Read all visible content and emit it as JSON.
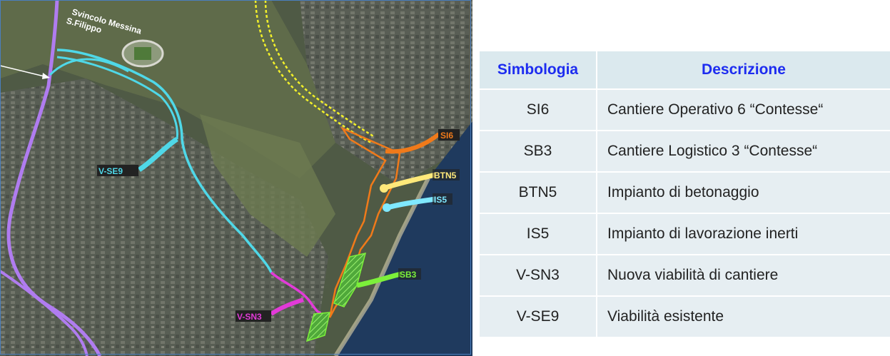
{
  "map": {
    "junction_label_line1": "Svincolo Messina",
    "junction_label_line2": "S.Filippo",
    "labels": {
      "si6": "SI6",
      "btn5": "BTN5",
      "is5": "IS5",
      "sb3": "SB3",
      "vsn3": "V-SN3",
      "vse9": "V-SE9"
    },
    "colors": {
      "si6": "#f07a1a",
      "btn5": "#ffe97a",
      "is5": "#7fe8ff",
      "sb3": "#7cf03a",
      "vsn3": "#e23ad8",
      "vse9": "#4fd8e8",
      "tunnel": "#f2f02a",
      "motorway": "#b07cf0"
    }
  },
  "legend": {
    "header": {
      "symbol": "Simbologia",
      "description": "Descrizione"
    },
    "rows": [
      {
        "symbol": "SI6",
        "description": "Cantiere Operativo 6 “Contesse“"
      },
      {
        "symbol": "SB3",
        "description": "Cantiere Logistico 3 “Contesse“"
      },
      {
        "symbol": "BTN5",
        "description": "Impianto di betonaggio"
      },
      {
        "symbol": "IS5",
        "description": "Impianto di lavorazione inerti"
      },
      {
        "symbol": "V-SN3",
        "description": "Nuova viabilità di cantiere"
      },
      {
        "symbol": "V-SE9",
        "description": "Viabilità esistente"
      }
    ]
  }
}
